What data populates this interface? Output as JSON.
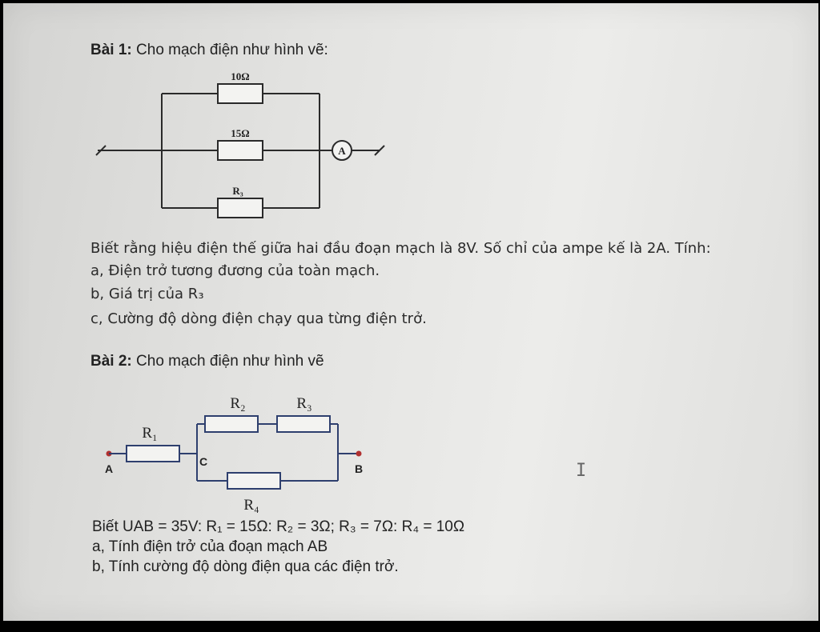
{
  "problem1": {
    "heading_bold": "Bài 1:",
    "heading_text": " Cho mạch điện như hình vẽ:",
    "circuit": {
      "r_top_label": "10Ω",
      "r_mid_label": "15Ω",
      "r_bottom_label": "R₃",
      "ammeter_label": "A"
    },
    "statement": "Biết rằng hiệu điện thế giữa hai đầu đoạn mạch là 8V. Số chỉ của ampe kế là 2A. Tính:",
    "item_a": "a, Điện trở tương đương của toàn mạch.",
    "item_b": "b, Giá trị của R₃",
    "item_c": "c, Cường độ dòng điện chạy qua từng điện trở."
  },
  "problem2": {
    "heading_bold": "Bài 2:",
    "heading_text": " Cho mạch điện như hình vẽ",
    "circuit": {
      "r1_label": "R₁",
      "r2_label": "R₂",
      "r3_label": "R₃",
      "r4_label": "R₄",
      "node_a": "A",
      "node_b": "B",
      "node_c": "C"
    },
    "given": "Biết UAB = 35V: R₁ = 15Ω: R₂ = 3Ω; R₃ = 7Ω: R₄ = 10Ω",
    "item_a": "a, Tính điện trở của đoạn mạch AB",
    "item_b": "b, Tính cường độ dòng điện qua các điện trở."
  },
  "cursor_glyph": "I",
  "colors": {
    "wire_problem2": "#2e3f6e",
    "node_dot": "#b03030"
  }
}
